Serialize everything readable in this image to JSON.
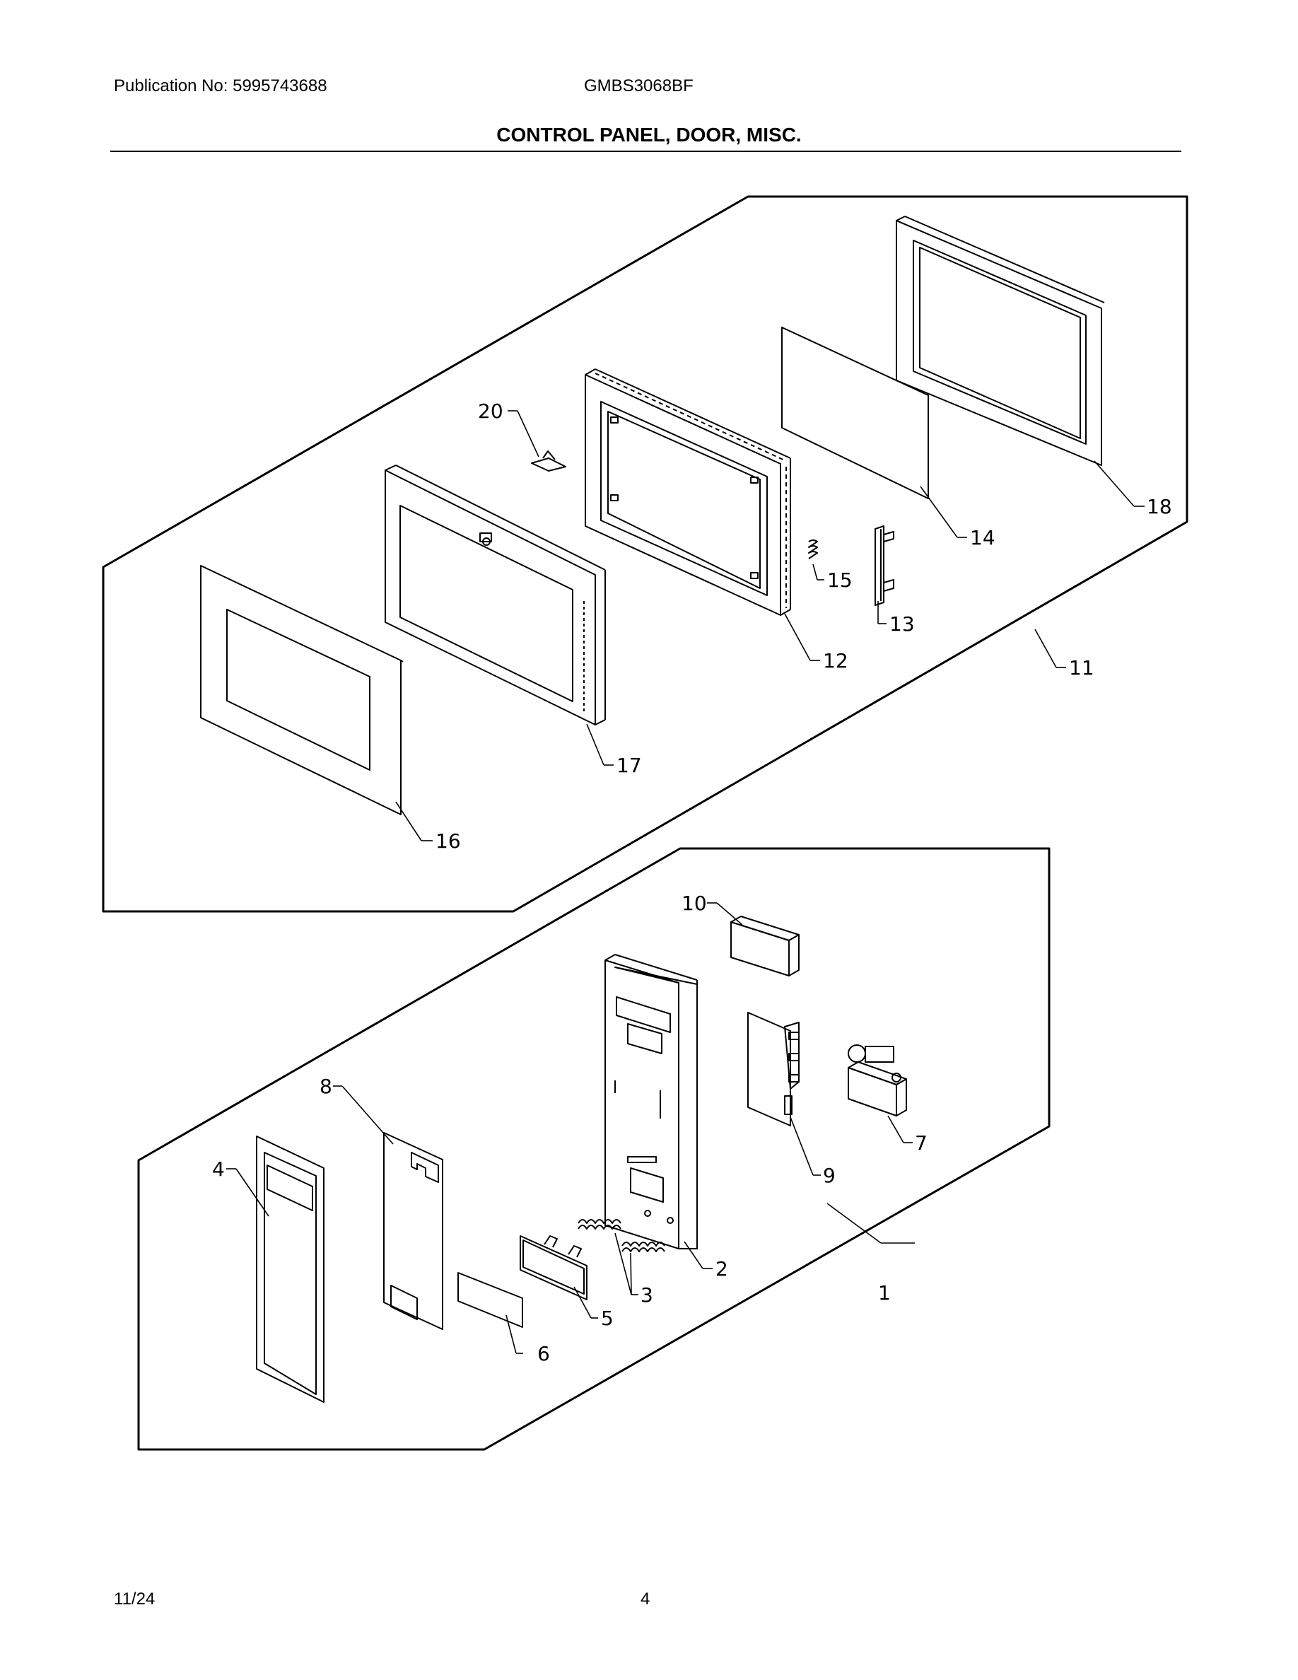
{
  "header": {
    "publication": "Publication No: 5995743688",
    "model": "GMBS3068BF",
    "title": "CONTROL PANEL, DOOR, MISC."
  },
  "diagram": {
    "callouts": [
      {
        "id": "1",
        "label": "1"
      },
      {
        "id": "2",
        "label": "2"
      },
      {
        "id": "3",
        "label": "3"
      },
      {
        "id": "4",
        "label": "4"
      },
      {
        "id": "5",
        "label": "5"
      },
      {
        "id": "6",
        "label": "6"
      },
      {
        "id": "7",
        "label": "7"
      },
      {
        "id": "8",
        "label": "8"
      },
      {
        "id": "9",
        "label": "9"
      },
      {
        "id": "10",
        "label": "10"
      },
      {
        "id": "11",
        "label": "11"
      },
      {
        "id": "12",
        "label": "12"
      },
      {
        "id": "13",
        "label": "13"
      },
      {
        "id": "14",
        "label": "14"
      },
      {
        "id": "15",
        "label": "15"
      },
      {
        "id": "16",
        "label": "16"
      },
      {
        "id": "17",
        "label": "17"
      },
      {
        "id": "18",
        "label": "18"
      },
      {
        "id": "20",
        "label": "20"
      }
    ]
  },
  "footer": {
    "date": "11/24",
    "page": "4"
  }
}
